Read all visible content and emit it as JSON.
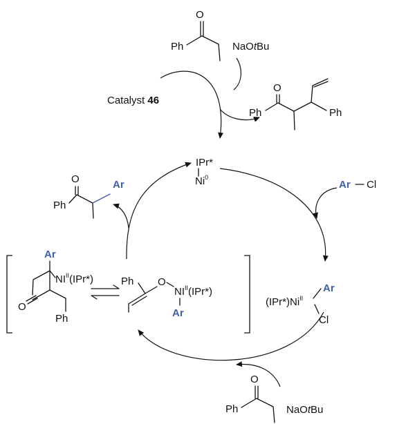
{
  "labels": {
    "ph": "Ph",
    "o": "O",
    "ar": "Ar",
    "cl": "Cl",
    "base_a": "NaO",
    "base_t": "t",
    "base_b": "Bu",
    "catalyst": "Catalyst ",
    "catalyst_num": "46",
    "ipr": "IPr*",
    "ni": "Ni",
    "ni_sup0": "0",
    "ni_caps": "NI",
    "ox2": "II",
    "ligand": "(IPr*)",
    "colors": {
      "aryl": "#3f5ea8",
      "ink": "#111111"
    }
  }
}
